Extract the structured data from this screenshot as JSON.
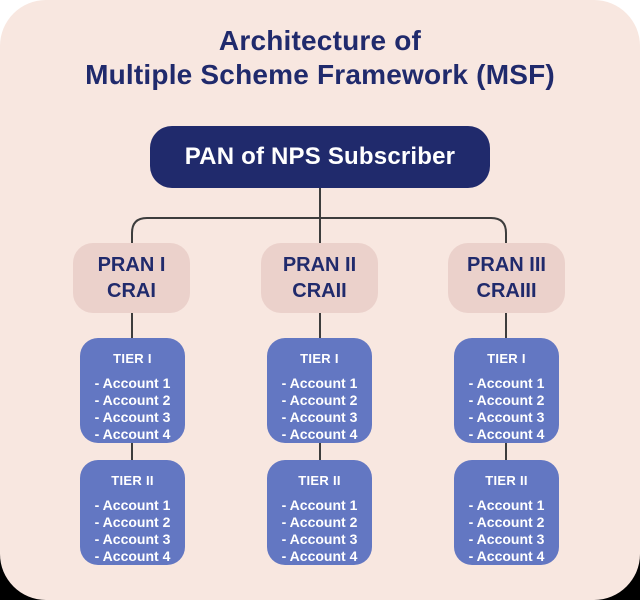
{
  "title": {
    "line1": "Architecture of",
    "line2": "Multiple Scheme Framework (MSF)"
  },
  "root": {
    "label": "PAN of NPS Subscriber"
  },
  "columns": [
    {
      "pran": {
        "line1": "PRAN I",
        "line2": "CRAI"
      },
      "tier1": {
        "title": "TIER I",
        "accounts": [
          "- Account 1",
          "- Account 2",
          "- Account 3",
          "- Account 4"
        ]
      },
      "tier2": {
        "title": "TIER II",
        "accounts": [
          "- Account 1",
          "- Account 2",
          "- Account 3",
          "- Account 4"
        ]
      }
    },
    {
      "pran": {
        "line1": "PRAN II",
        "line2": "CRAII"
      },
      "tier1": {
        "title": "TIER I",
        "accounts": [
          "- Account 1",
          "- Account 2",
          "- Account 3",
          "- Account 4"
        ]
      },
      "tier2": {
        "title": "TIER II",
        "accounts": [
          "- Account 1",
          "- Account 2",
          "- Account 3",
          "- Account 4"
        ]
      }
    },
    {
      "pran": {
        "line1": "PRAN III",
        "line2": "CRAIII"
      },
      "tier1": {
        "title": "TIER I",
        "accounts": [
          "- Account 1",
          "- Account 2",
          "- Account 3",
          "- Account 4"
        ]
      },
      "tier2": {
        "title": "TIER II",
        "accounts": [
          "- Account 1",
          "- Account 2",
          "- Account 3",
          "- Account 4"
        ]
      }
    }
  ],
  "colors": {
    "background_top": "#ffffff",
    "background_bottom": "#000000",
    "card": "#f8e7e0",
    "navy": "#202a6c",
    "pran_fill": "#ebd1cb",
    "tier_fill": "#6377c2",
    "text_light": "#ffffff",
    "connector": "#3d3d3d"
  }
}
